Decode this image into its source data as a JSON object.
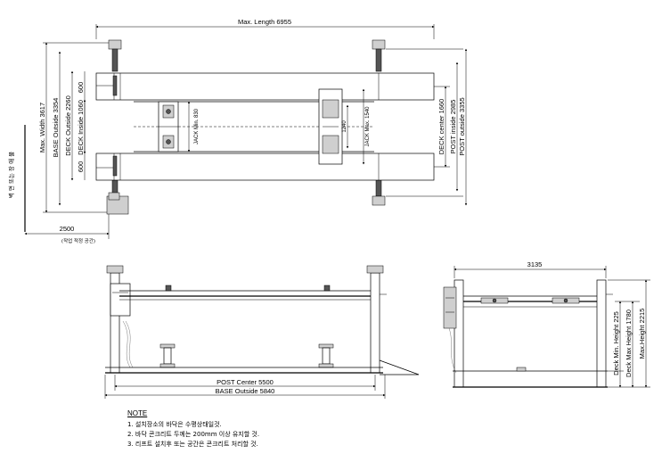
{
  "top_view": {
    "max_length": "Max. Length 6955",
    "max_width": "Max. Width 3617",
    "base_outside": "BASE Outside 3354",
    "deck_outside": "DECK Outside 2260",
    "deck_inside": "DECK Inside 1060",
    "deck_width_top": "600",
    "deck_width_bottom": "600",
    "jack_min": "JACK Min. 830",
    "jack_max": "JACK Max. 1540",
    "jack_1240": "1240",
    "deck_center": "DECK center 1660",
    "post_inside": "POST inside 2985",
    "post_outside": "POST outside 3355",
    "wall_label": "벽 면 또는 장 애 물",
    "work_space": "2500",
    "work_space_note": "(작업 적정 공간)"
  },
  "front_view": {
    "post_center": "POST Center 5500",
    "base_outside": "BASE Outside 5840"
  },
  "side_view": {
    "width": "3135",
    "deck_min_height": "Deck Min. Height 225",
    "deck_max_height": "Deck Max Height 1780",
    "max_height": "Max.Height 2215"
  },
  "notes": {
    "title": "NOTE",
    "items": [
      "1. 설치장소의 바닥은 수평상태일것.",
      "2. 바닥 콘크리트 두께는 200mm 이상 유지할 것.",
      "3. 리프트 설치후 또는 공간은 콘크리트 처리할 것."
    ]
  }
}
